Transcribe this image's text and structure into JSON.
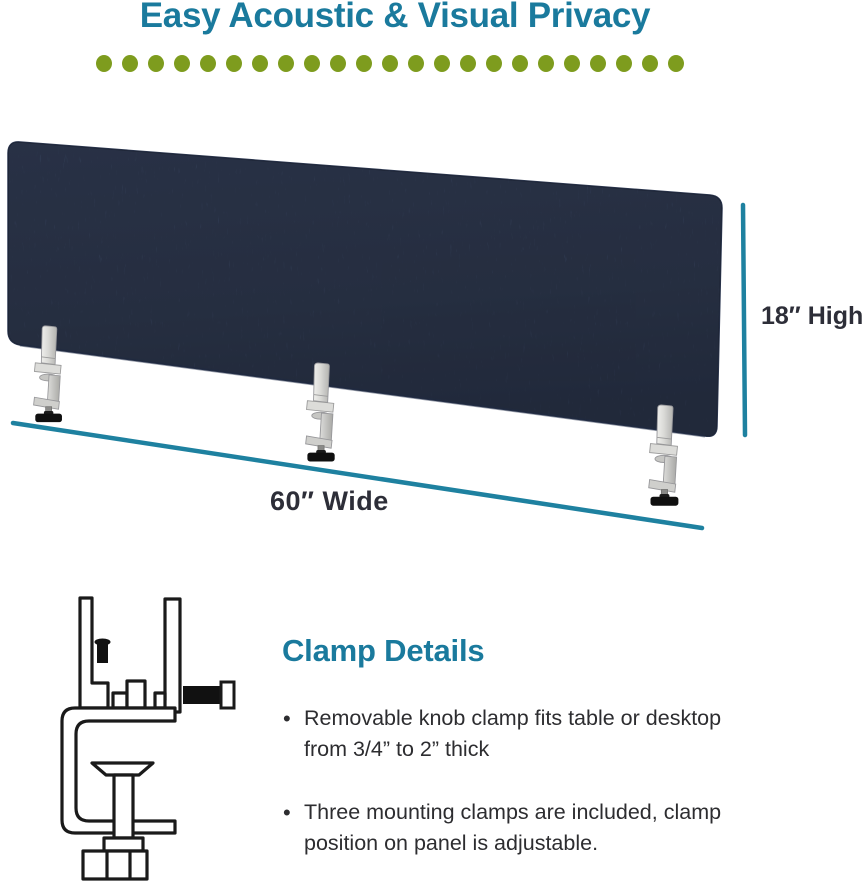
{
  "colors": {
    "accent_teal": "#1A7A9D",
    "line_teal": "#1E81A0",
    "dot_green": "#7E9C1E",
    "panel_navy": "#3A4763",
    "text_dark": "#2D2E38"
  },
  "header": {
    "title": "Easy Acoustic & Visual Privacy",
    "dots": {
      "count": 23
    }
  },
  "product": {
    "illustration": "fabric-desk-privacy-panel",
    "panel_material_color": "#3A4763",
    "clamp_count": 3
  },
  "dimensions": {
    "height_label": "18″ High",
    "width_label": "60″ Wide"
  },
  "clamp_details": {
    "heading": "Clamp Details",
    "bullets": [
      "Removable knob clamp fits table or desktop from 3/4” to 2” thick",
      "Three mounting clamps are included, clamp position on panel is adjustable."
    ]
  },
  "icons": {
    "diagram": "clamp-line-drawing",
    "clamp": "desk-mount-clamp",
    "height_line": "vertical-dimension-line",
    "width_line": "diagonal-dimension-line"
  }
}
